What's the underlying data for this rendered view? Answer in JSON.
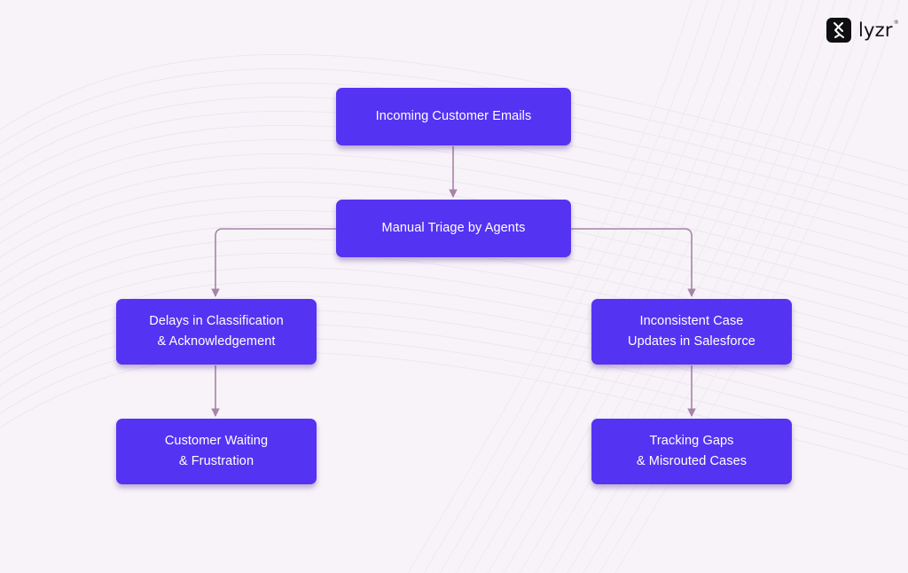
{
  "brand": {
    "name": "lyzr",
    "registered_mark": "®",
    "logo_icon": "lyzr-logo-icon"
  },
  "colors": {
    "background": "#f7f3f8",
    "node_fill": "#5533f2",
    "node_text": "#ffffff",
    "connector": "#a584a8"
  },
  "diagram": {
    "type": "flowchart",
    "nodes": [
      {
        "id": "n1",
        "label": "Incoming Customer Emails"
      },
      {
        "id": "n2",
        "label": "Manual Triage by Agents"
      },
      {
        "id": "n3",
        "label": "Delays in Classification\n& Acknowledgement"
      },
      {
        "id": "n4",
        "label": "Inconsistent Case\nUpdates in Salesforce"
      },
      {
        "id": "n5",
        "label": "Customer Waiting\n& Frustration"
      },
      {
        "id": "n6",
        "label": "Tracking Gaps\n& Misrouted Cases"
      }
    ],
    "edges": [
      {
        "from": "n1",
        "to": "n2"
      },
      {
        "from": "n2",
        "to": "n3"
      },
      {
        "from": "n2",
        "to": "n4"
      },
      {
        "from": "n3",
        "to": "n5"
      },
      {
        "from": "n4",
        "to": "n6"
      }
    ]
  }
}
